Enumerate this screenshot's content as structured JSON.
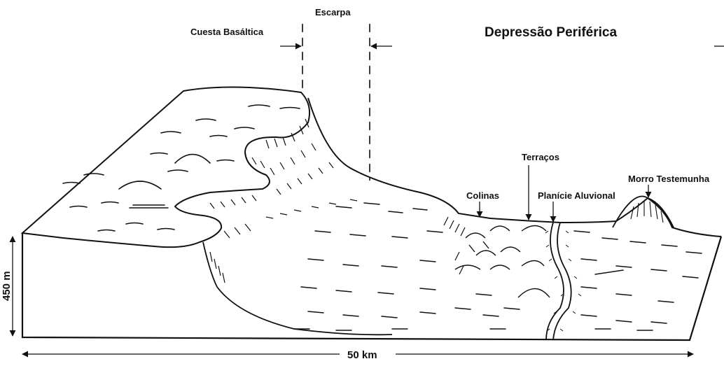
{
  "diagram": {
    "labels": {
      "cuesta_basaltica": "Cuesta Basáltica",
      "escarpa": "Escarpa",
      "depressao_periferica": "Depressão Periférica",
      "terracos": "Terraços",
      "colinas": "Colinas",
      "planicie_aluvional": "Planície Aluvional",
      "morro_testemunha": "Morro Testemunha",
      "height": "450 m",
      "width": "50 km"
    },
    "colors": {
      "ink": "#111111",
      "background": "#ffffff"
    }
  }
}
